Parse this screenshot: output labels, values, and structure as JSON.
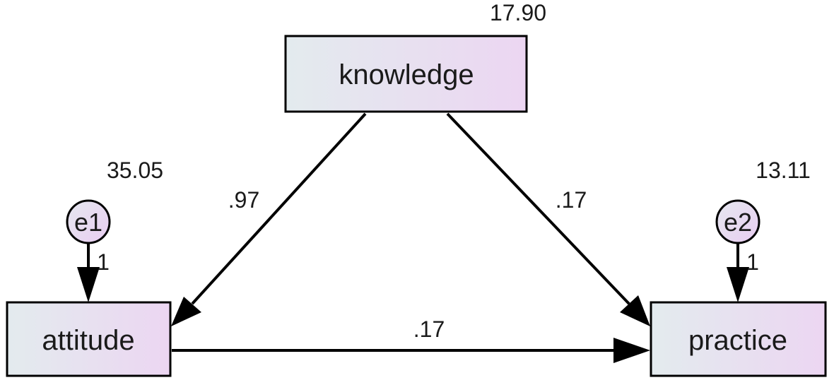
{
  "diagram": {
    "nodes": {
      "knowledge": {
        "label": "knowledge",
        "variance": "17.90"
      },
      "attitude": {
        "label": "attitude"
      },
      "practice": {
        "label": "practice"
      },
      "e1": {
        "label": "e1",
        "variance": "35.05",
        "loading": "1"
      },
      "e2": {
        "label": "e2",
        "variance": "13.11",
        "loading": "1"
      }
    },
    "paths": {
      "knowledge_attitude": ".97",
      "knowledge_practice": ".17",
      "attitude_practice": ".17"
    }
  }
}
